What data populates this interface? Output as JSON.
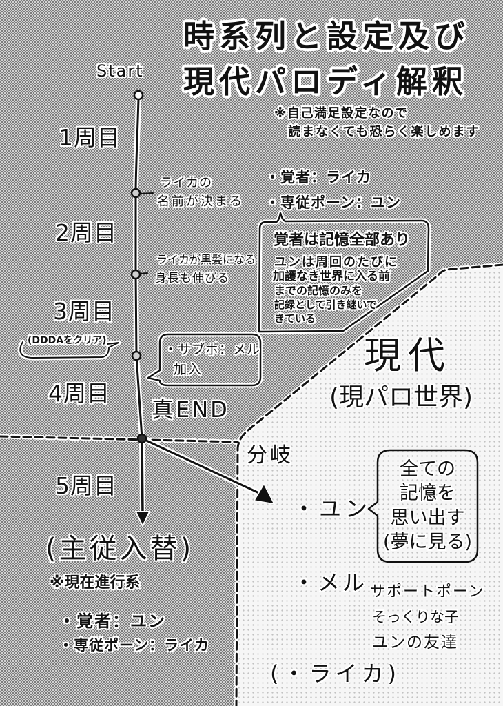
{
  "title": {
    "line1": "時系列と設定及び",
    "line2": "現代パロディ解釈"
  },
  "note": {
    "line1": "※自己満足設定なので",
    "line2": "読まなくても恐らく楽しめます"
  },
  "timeline": {
    "start": "Start",
    "laps": [
      "1周目",
      "2周目",
      "3周目",
      "4周目",
      "5周目"
    ],
    "events": {
      "name_decided": [
        "ライカの",
        "名前が決まる"
      ],
      "hair_change": [
        "ライカが黒髪になる",
        "身長も伸びる"
      ],
      "ddda_clear": "(DDDAをクリア)",
      "mel_joins": [
        "・サブポ：メル",
        "加入"
      ]
    },
    "true_end": "真END",
    "branch": "分岐"
  },
  "laps_1_to_4": {
    "roles": [
      "・覚者：ライカ",
      "・専従ポーン：ユン"
    ],
    "memory_note": [
      "覚者は記憶全部あり",
      "ユンは周回のたびに",
      "加護なき世界に入る前",
      "までの記憶のみを",
      "記録として引き継いで",
      "きている"
    ]
  },
  "lap_5": {
    "subtitle": "(主従入替)",
    "note": "※現在進行系",
    "roles": [
      "・覚者：ユン",
      "・専従ポーン：ライカ"
    ]
  },
  "modern_au": {
    "title": "現代",
    "subtitle": "(現パロ世界)",
    "yun": {
      "name": "・ユン",
      "bubble": [
        "全ての",
        "記憶を",
        "思い出す",
        "(夢に見る)"
      ]
    },
    "mel": {
      "name": "・メル",
      "desc": [
        "サポートポーン",
        "そっくりな子",
        "ユンの友達"
      ]
    },
    "laika": {
      "name": "(・ライカ)"
    }
  },
  "colors": {
    "ink": "#111111",
    "halftone_dark": "#a6a6a6",
    "halftone_light": "#f6f6f6",
    "halo": "#ffffff"
  }
}
